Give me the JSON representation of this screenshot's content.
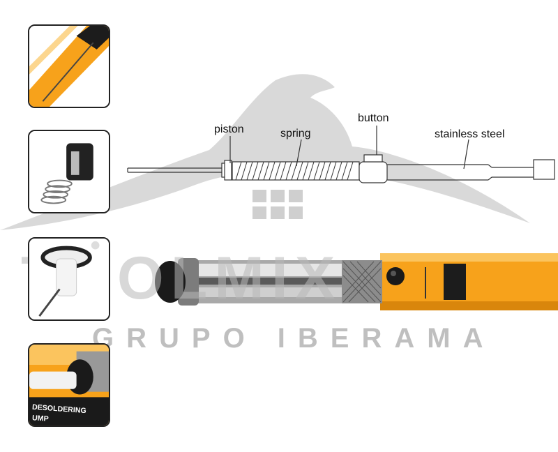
{
  "diagram": {
    "labels": {
      "piston": "piston",
      "spring": "spring",
      "button": "button",
      "stainless": "stainless steel"
    }
  },
  "watermark": {
    "brand": "TOOLMIX",
    "subtitle": "GRUPO IBERAMA"
  },
  "thumbnails": {
    "thumb4_text_line1": "DESOLDERING",
    "thumb4_text_line2": "UMP"
  },
  "colors": {
    "orange": "#f7a21b",
    "watermark_gray": "#b9b9b9",
    "outline": "#222222"
  }
}
